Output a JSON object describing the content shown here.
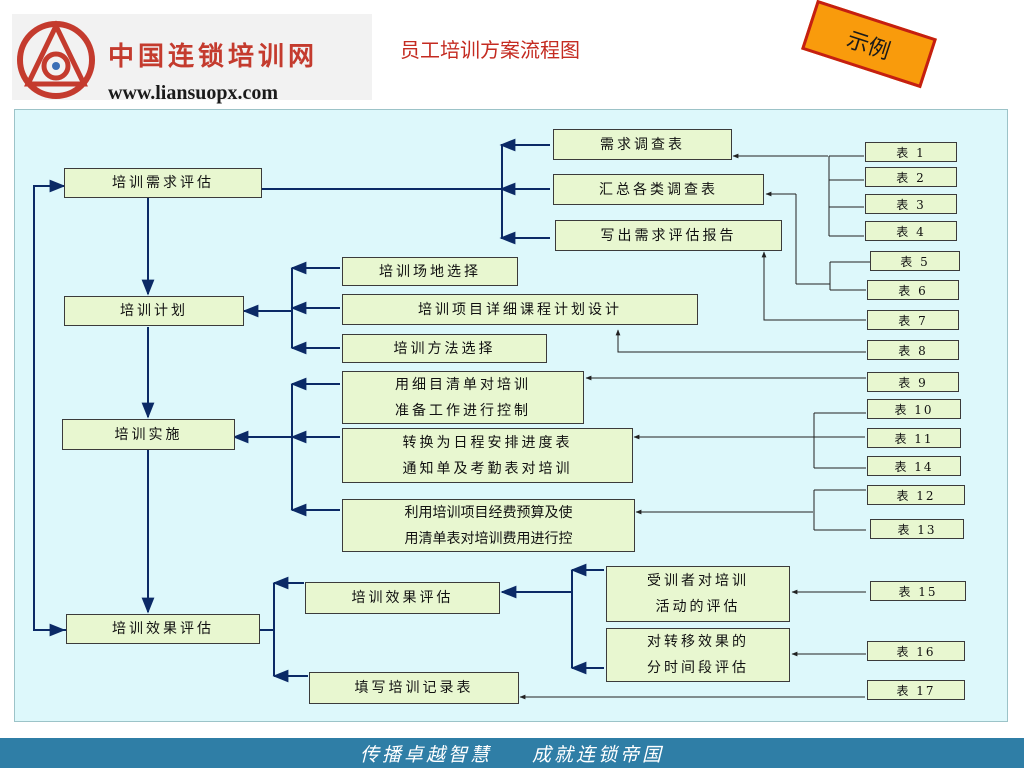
{
  "header": {
    "logo_cn": "中国连锁培训网",
    "logo_url": "www.liansuopx.com",
    "title": "员工培训方案流程图",
    "tag": "示例"
  },
  "main_steps": {
    "needs": "培训需求评估",
    "plan": "培训计划",
    "implement": "培训实施",
    "evaluate": "培训效果评估"
  },
  "needs_sub": {
    "survey": "需求调查表",
    "summary": "汇总各类调查表",
    "report": "写出需求评估报告"
  },
  "plan_sub": {
    "venue": "培训场地选择",
    "course": "培训项目详细课程计划设计",
    "method": "培训方法选择"
  },
  "impl_sub": {
    "checklist_1": "用细目清单对培训",
    "checklist_2": "准备工作进行控制",
    "schedule_1": "转换为日程安排进度表",
    "schedule_2": "通知单及考勤表对培训",
    "budget_1": "利用培训项目经费预算及使",
    "budget_2": "用清单表对培训费用进行控"
  },
  "eval_sub": {
    "effect": "培训效果评估",
    "record": "填写培训记录表",
    "trainee_1": "受训者对培训",
    "trainee_2": "活动的评估",
    "transfer_1": "对转移效果的",
    "transfer_2": "分时间段评估"
  },
  "tables": [
    "表 1",
    "表 2",
    "表 3",
    "表 4",
    "表 5",
    "表 6",
    "表 7",
    "表 8",
    "表 9",
    "表 10",
    "表 11",
    "表 14",
    "表 12",
    "表 13",
    "表 15",
    "表 16",
    "表 17"
  ],
  "footer": {
    "left": "传播卓越智慧",
    "right": "成就连锁帝国"
  }
}
